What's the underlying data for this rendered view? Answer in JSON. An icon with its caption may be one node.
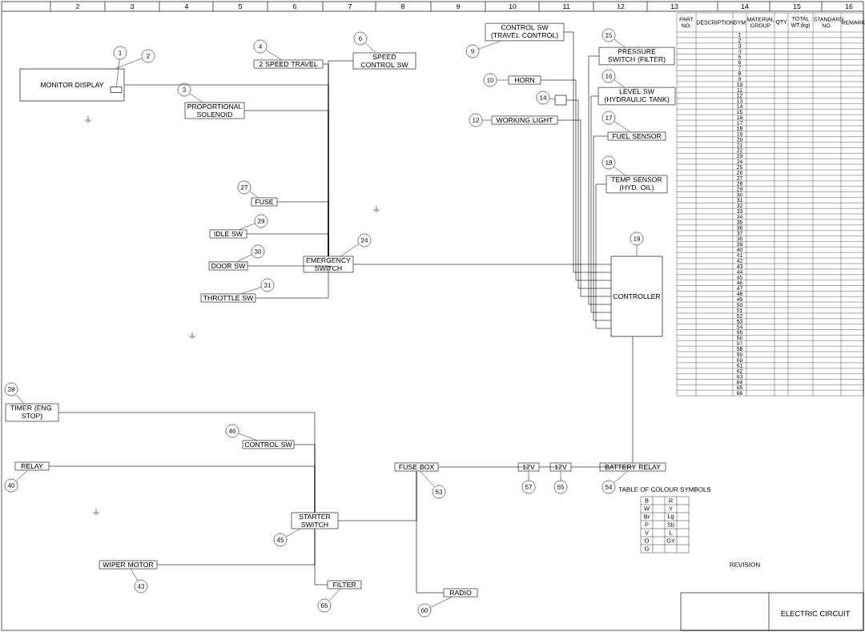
{
  "diagram": {
    "title": "ELECTRIC CIRCUIT",
    "nodes": [
      {
        "text": [
          "MONITOR DISPLAY"
        ]
      },
      {
        "text": [
          "1"
        ]
      },
      {
        "text": [
          "2"
        ]
      },
      {
        "text": [],
        "shape": "box",
        "in": 0
      },
      {
        "text": [
          "PROPORTIONAL SOLENOID"
        ]
      },
      {
        "text": [
          "3"
        ]
      },
      {
        "text": [
          "2 SPEED TRAVEL"
        ]
      },
      {
        "text": [
          "4"
        ]
      },
      {
        "text": [
          "SPEED CONTROL SW"
        ]
      },
      {
        "text": [
          "6"
        ]
      },
      {
        "text": [
          "CONTROL SW (TRAVEL CONTROL)"
        ]
      },
      {
        "text": [
          "9"
        ]
      },
      {
        "text": [
          "HORN"
        ]
      },
      {
        "text": [
          "10"
        ]
      },
      {
        "text": [
          "WORKING LIGHT"
        ]
      },
      {
        "text": [
          "12"
        ]
      },
      {
        "text": [],
        "shape": "box"
      },
      {
        "text": [
          "14"
        ]
      },
      {
        "text": [
          "PRESSURE SWITCH (FILTER)"
        ]
      },
      {
        "text": [
          "15"
        ]
      },
      {
        "text": [
          "LEVEL SW (HYDRAULIC TANK)"
        ]
      },
      {
        "text": [
          "16"
        ]
      },
      {
        "text": [
          "FUEL SENSOR"
        ]
      },
      {
        "text": [
          "17"
        ]
      },
      {
        "text": [
          "TEMP SENSOR (HYD. OIL)"
        ]
      },
      {
        "text": [
          "18"
        ]
      },
      {
        "text": [
          "CONTROLLER"
        ]
      },
      {
        "text": [
          "19"
        ]
      },
      {
        "text": [
          "EMERGENCY SWITCH"
        ]
      },
      {
        "text": [
          "24"
        ]
      },
      {
        "text": [
          "IDLE SW"
        ]
      },
      {
        "text": [
          "29"
        ]
      },
      {
        "text": [
          "DOOR SW"
        ]
      },
      {
        "text": [
          "30"
        ]
      },
      {
        "text": [
          "THROTTLE SW"
        ]
      },
      {
        "text": [
          "31"
        ]
      },
      {
        "text": [
          "FUSE"
        ]
      },
      {
        "text": [
          "27"
        ]
      },
      {
        "text": [
          "STARTER SWITCH"
        ]
      },
      {
        "text": [
          "45"
        ]
      },
      {
        "text": [
          "WIPER MOTOR"
        ]
      },
      {
        "text": [
          "43"
        ]
      },
      {
        "text": [
          "TIMER (ENG. STOP)"
        ]
      },
      {
        "text": [
          "39"
        ]
      },
      {
        "text": [
          "RELAY"
        ]
      },
      {
        "text": [
          "40"
        ]
      },
      {
        "text": [
          "FUSE BOX"
        ]
      },
      {
        "text": [
          "53"
        ]
      },
      {
        "text": [
          "12V"
        ]
      },
      {
        "text": [
          "12V"
        ]
      },
      {
        "text": [
          "57"
        ]
      },
      {
        "text": [
          "55"
        ]
      },
      {
        "text": [
          "BATTERY RELAY"
        ]
      },
      {
        "text": [
          "54"
        ]
      },
      {
        "text": [
          "RADIO"
        ]
      },
      {
        "text": [
          "60"
        ]
      },
      {
        "text": [
          "FILTER"
        ]
      },
      {
        "text": [
          "65"
        ]
      },
      {
        "text": [
          "CONTROL SW"
        ]
      },
      {
        "text": [
          "46"
        ]
      }
    ],
    "edges": [
      {
        "from": 1,
        "to": 3,
        "arrow": "none"
      },
      {
        "from": 2,
        "to": 0,
        "arrow": "none"
      },
      {
        "from": 5,
        "to": 4,
        "arrow": "none"
      },
      {
        "from": 7,
        "to": 6,
        "arrow": "none"
      },
      {
        "from": 9,
        "to": 8,
        "arrow": "none"
      },
      {
        "from": 11,
        "to": 10,
        "arrow": "none"
      },
      {
        "from": 13,
        "to": 12,
        "arrow": "none"
      },
      {
        "from": 15,
        "to": 14,
        "arrow": "none"
      },
      {
        "from": 17,
        "to": 16,
        "arrow": "none"
      },
      {
        "from": 19,
        "to": 18,
        "arrow": "none"
      },
      {
        "from": 21,
        "to": 20,
        "arrow": "none"
      },
      {
        "from": 23,
        "to": 22,
        "arrow": "none"
      },
      {
        "from": 25,
        "to": 24,
        "arrow": "none"
      },
      {
        "from": 27,
        "to": 26,
        "arrow": "none"
      },
      {
        "from": 29,
        "to": 28,
        "arrow": "none"
      },
      {
        "from": 31,
        "to": 30,
        "arrow": "none"
      },
      {
        "from": 33,
        "to": 32,
        "arrow": "none"
      },
      {
        "from": 35,
        "to": 34,
        "arrow": "none"
      },
      {
        "from": 37,
        "to": 36,
        "arrow": "none"
      },
      {
        "from": 39,
        "to": 38,
        "arrow": "none"
      },
      {
        "from": 41,
        "to": 40,
        "arrow": "none"
      },
      {
        "from": 43,
        "to": 42,
        "arrow": "none"
      },
      {
        "from": 45,
        "to": 44,
        "arrow": "none"
      },
      {
        "from": 47,
        "to": 46,
        "arrow": "none"
      },
      {
        "from": 50,
        "to": 48,
        "arrow": "none"
      },
      {
        "from": 51,
        "to": 49,
        "arrow": "none"
      },
      {
        "from": 53,
        "to": 52,
        "arrow": "none"
      },
      {
        "from": 55,
        "to": 54,
        "arrow": "none"
      },
      {
        "from": 57,
        "to": 56,
        "arrow": "none"
      },
      {
        "from": 59,
        "to": 58,
        "arrow": "none"
      },
      {
        "from": 0,
        "to": 28,
        "arrow": "none"
      },
      {
        "from": 4,
        "to": 28,
        "arrow": "none"
      },
      {
        "from": 6,
        "to": 28,
        "arrow": "none"
      },
      {
        "from": 8,
        "to": 28,
        "arrow": "none"
      },
      {
        "from": 10,
        "to": 26,
        "arrow": "none"
      },
      {
        "from": 12,
        "to": 26,
        "arrow": "none"
      },
      {
        "from": 14,
        "to": 26,
        "arrow": "none"
      },
      {
        "from": 16,
        "to": 26,
        "arrow": "none"
      },
      {
        "from": 18,
        "to": 26,
        "arrow": "none"
      },
      {
        "from": 20,
        "to": 26,
        "arrow": "none"
      },
      {
        "from": 22,
        "to": 26,
        "arrow": "none"
      },
      {
        "from": 24,
        "to": 26,
        "arrow": "none"
      },
      {
        "from": 30,
        "to": 28,
        "arrow": "none"
      },
      {
        "from": 32,
        "to": 28,
        "arrow": "none"
      },
      {
        "from": 34,
        "to": 28,
        "arrow": "none"
      },
      {
        "from": 36,
        "to": 28,
        "arrow": "none"
      },
      {
        "from": 28,
        "to": 26,
        "arrow": "none"
      },
      {
        "from": 38,
        "to": 46,
        "arrow": "none"
      },
      {
        "from": 46,
        "to": 48,
        "arrow": "none"
      },
      {
        "from": 48,
        "to": 49,
        "arrow": "none"
      },
      {
        "from": 49,
        "to": 52,
        "arrow": "none"
      },
      {
        "from": 52,
        "to": 26,
        "arrow": "none"
      },
      {
        "from": 40,
        "to": 38,
        "arrow": "none"
      },
      {
        "from": 42,
        "to": 38,
        "arrow": "none"
      },
      {
        "from": 44,
        "to": 38,
        "arrow": "none"
      },
      {
        "from": 54,
        "to": 46,
        "arrow": "none"
      },
      {
        "from": 56,
        "to": 38,
        "arrow": "none"
      },
      {
        "from": 58,
        "to": 38,
        "arrow": "none"
      }
    ],
    "labels": [
      "2",
      "3",
      "4",
      "5",
      "6",
      "7",
      "8",
      "9",
      "10",
      "11",
      "12",
      "13",
      "14",
      "15",
      "16",
      "PART NO.",
      "DESCRIPTION",
      "SYM",
      "MATERIAL GROUP",
      "QTY",
      "TOTAL WT.(kg)",
      "STANDARD NO.",
      "REMARK",
      "1",
      "2",
      "3",
      "4",
      "5",
      "6",
      "7",
      "8",
      "9",
      "10",
      "11",
      "12",
      "13",
      "14",
      "15",
      "16",
      "17",
      "18",
      "19",
      "20",
      "21",
      "22",
      "23",
      "24",
      "25",
      "26",
      "27",
      "28",
      "29",
      "30",
      "31",
      "32",
      "33",
      "34",
      "35",
      "36",
      "37",
      "38",
      "39",
      "40",
      "41",
      "42",
      "43",
      "44",
      "45",
      "46",
      "47",
      "48",
      "49",
      "50",
      "51",
      "52",
      "53",
      "54",
      "55",
      "56",
      "57",
      "58",
      "59",
      "60",
      "61",
      "62",
      "63",
      "64",
      "65",
      "66",
      "TABLE OF COLOUR SYMBOLS",
      "B",
      "R",
      "W",
      "Y",
      "Br",
      "Lg",
      "P",
      "Sb",
      "V",
      "L",
      "O",
      "GY",
      "G",
      "REVISION"
    ]
  }
}
